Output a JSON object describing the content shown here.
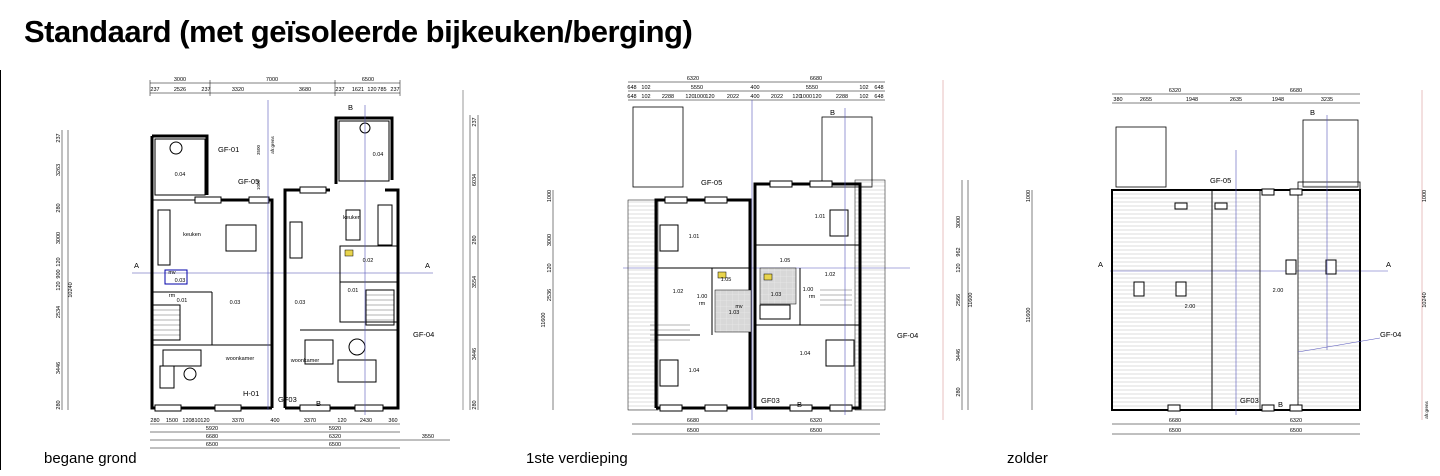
{
  "title": "Standaard (met geïsoleerde bijkeuken/berging)",
  "floors": [
    {
      "caption": "begane grond",
      "top_dims_1": [
        "3000",
        "7000",
        "6500"
      ],
      "top_dims_2": [
        "237",
        "2526",
        "237",
        "3320",
        "3680",
        "237",
        "1621",
        "120",
        "785",
        "237"
      ],
      "bottom_dims_1": [
        "280",
        "1500",
        "120",
        "810",
        "120",
        "3370",
        "400",
        "3370",
        "120",
        "2430",
        "360"
      ],
      "bottom_dims_2": [
        "5920",
        "5920"
      ],
      "bottom_dims_3": [
        "6680",
        "6320",
        "3550"
      ],
      "bottom_dims_4": [
        "6500",
        "6500"
      ],
      "left_dims": [
        "237",
        "3263",
        "280",
        "3000",
        "120",
        "900",
        "120",
        "2534",
        "3446",
        "280"
      ],
      "left_total": "10240",
      "right_dims": [
        "237",
        "6034",
        "280",
        "3554",
        "3446",
        "280"
      ],
      "rooms": [
        "0.04",
        "0.04",
        "keuken",
        "keuken",
        "0.02",
        "0.03",
        "0.01",
        "0.01",
        "0.03",
        "0.03",
        "woonkamer",
        "woonkamer",
        "mv",
        "rm"
      ],
      "labels": [
        "GF-01",
        "GF-05",
        "GF-04",
        "GF03",
        "H-01",
        "A",
        "A",
        "B",
        "B",
        "afr.grens",
        "3500",
        "1000"
      ]
    },
    {
      "caption": "1ste verdieping",
      "top_dims_1": [
        "6320",
        "6680"
      ],
      "top_dims_2": [
        "648",
        "102",
        "5550",
        "400",
        "5550",
        "102",
        "648"
      ],
      "top_dims_3": [
        "648",
        "102",
        "2288",
        "120",
        "1000",
        "120",
        "2022",
        "400",
        "2022",
        "120",
        "1000",
        "120",
        "2288",
        "102",
        "648"
      ],
      "bottom_dims_1": [
        "6680",
        "6320"
      ],
      "bottom_dims_2": [
        "6500",
        "6500"
      ],
      "left_dims": [
        "1000",
        "3000",
        "2536",
        "120",
        "11600"
      ],
      "right_dims": [
        "3000",
        "962",
        "120",
        "2566",
        "3446",
        "280",
        "11600"
      ],
      "rooms": [
        "1.01",
        "1.01",
        "1.05",
        "1.05",
        "1.02",
        "1.02",
        "1.00",
        "1.00",
        "1.03",
        "1.03",
        "1.04",
        "1.04",
        "mv",
        "rm",
        "rm"
      ],
      "labels": [
        "GF-05",
        "GF-04",
        "GF03",
        "B",
        "B"
      ]
    },
    {
      "caption": "zolder",
      "top_dims_1": [
        "6320",
        "6680"
      ],
      "top_dims_2": [
        "380",
        "2655",
        "1948",
        "2635",
        "1948",
        "3235"
      ],
      "bottom_dims_1": [
        "6680",
        "6320"
      ],
      "bottom_dims_2": [
        "6500",
        "6500"
      ],
      "left_dims": [
        "1000",
        "11600"
      ],
      "right_dims": [
        "1000",
        "10240"
      ],
      "rooms": [
        "2.00",
        "2.00"
      ],
      "labels": [
        "GF-05",
        "GF-04",
        "GF03",
        "A",
        "A",
        "B",
        "B",
        "afr.grens"
      ]
    }
  ]
}
